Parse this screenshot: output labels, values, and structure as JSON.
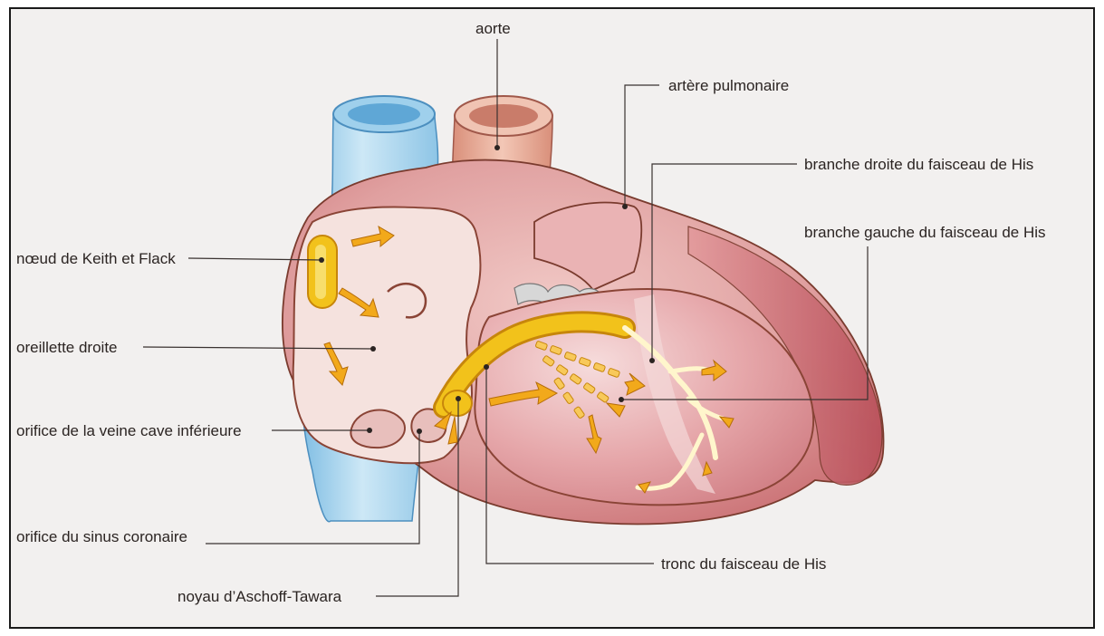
{
  "labels": {
    "aorte": "aorte",
    "artere_pulmonaire": "artère pulmonaire",
    "branche_droite": "branche droite du faisceau de His",
    "branche_gauche": "branche gauche du faisceau de His",
    "noeud_keith_flack": "nœud de Keith et Flack",
    "oreillette_droite": "oreillette droite",
    "orifice_veine_cave": "orifice de la veine cave inférieure",
    "orifice_sinus_coronaire": "orifice du sinus coronaire",
    "tronc_faisceau_his": "tronc du faisceau de His",
    "noyau_aschoff_tawara": "noyau d’Aschoff-Tawara"
  },
  "colors": {
    "vena_cava": "#a9d3ec",
    "aorta": "#e8a894",
    "heart_wall": "#d98c8c",
    "atrium_interior": "#f3dcd9",
    "ventricle_interior": "#e5a3a6",
    "conduction": "#f2c21b",
    "outline": "#7a3b2e"
  }
}
